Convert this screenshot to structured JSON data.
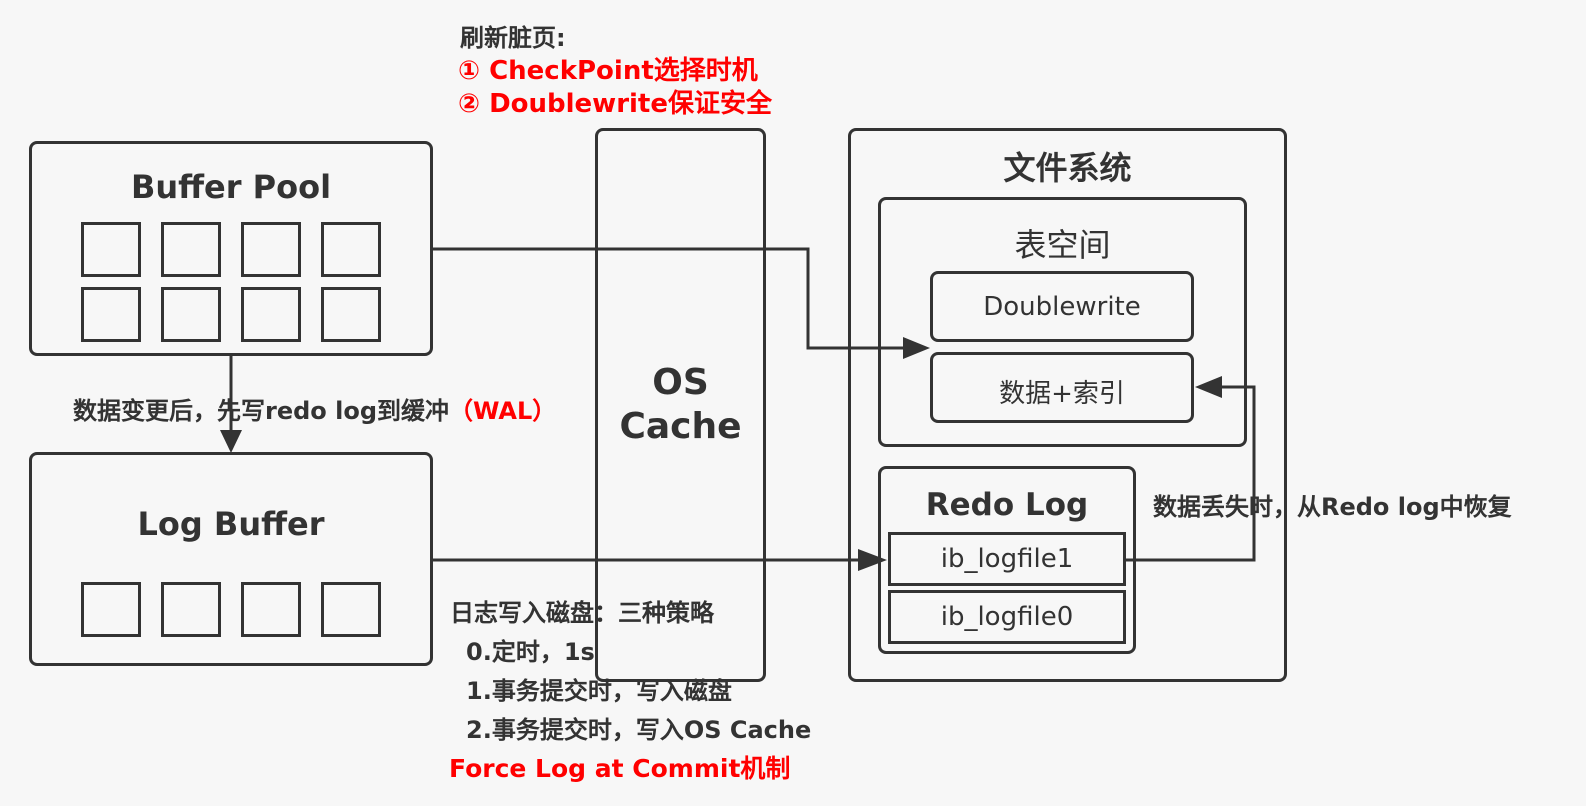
{
  "flush": {
    "heading": "刷新脏页:",
    "line1": "① CheckPoint选择时机",
    "line2": "② Doublewrite保证安全"
  },
  "buffer_pool": {
    "title": "Buffer Pool"
  },
  "log_buffer": {
    "title": "Log Buffer"
  },
  "os_cache": {
    "line1": "OS",
    "line2": "Cache"
  },
  "filesystem": {
    "title": "文件系统",
    "tablespace": {
      "title": "表空间",
      "doublewrite": "Doublewrite",
      "data_index": "数据+索引"
    },
    "redo_log": {
      "title": "Redo Log",
      "file1": "ib_logfile1",
      "file0": "ib_logfile0"
    }
  },
  "wal_note": {
    "text": "数据变更后，先写redo log到缓冲",
    "highlight": "（WAL）"
  },
  "recover_note": "数据丢失时，从Redo log中恢复",
  "disk_write": {
    "heading": "日志写入磁盘：三种策略",
    "opt0": "0.定时，1s",
    "opt1": "1.事务提交时，写入磁盘",
    "opt2": "2.事务提交时，写入OS Cache",
    "mechanism": "Force Log at Commit机制"
  },
  "colors": {
    "stroke": "#333333",
    "accent": "#ff0000",
    "background": "#f7f7f7"
  }
}
